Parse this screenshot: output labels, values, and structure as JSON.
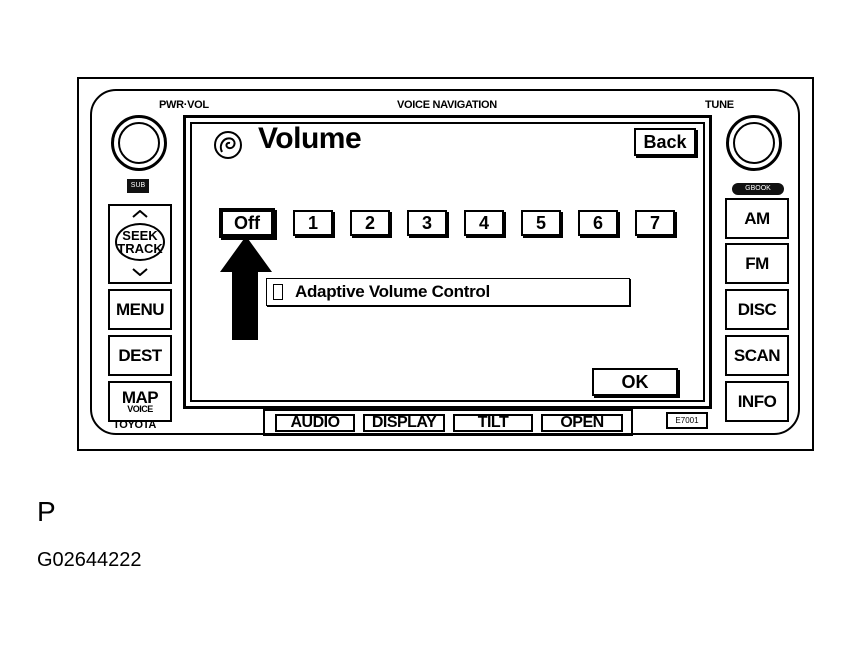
{
  "unit": {
    "knob_left_label": "PWR·VOL",
    "top_center_label": "VOICE NAVIGATION",
    "knob_right_label": "TUNE",
    "left_small_badge": "SUB",
    "right_small_badge": "GBOOK",
    "brand_label": "TOYOTA",
    "seek_label_line1": "SEEK",
    "seek_label_line2": "TRACK",
    "left_buttons": {
      "menu": "MENU",
      "dest": "DEST",
      "map_line1": "MAP",
      "map_line2": "VOICE"
    },
    "right_buttons": [
      "AM",
      "FM",
      "DISC",
      "SCAN",
      "INFO"
    ],
    "bottom_buttons": [
      "AUDIO",
      "DISPLAY",
      "TILT",
      "OPEN"
    ],
    "small_id": "E7001"
  },
  "screen": {
    "title": "Volume",
    "title_icon": "voice-spiral-icon",
    "back_label": "Back",
    "volume_levels": [
      "Off",
      "1",
      "2",
      "3",
      "4",
      "5",
      "6",
      "7"
    ],
    "selected_level": "Off",
    "adaptive_volume_label": "Adaptive Volume Control",
    "adaptive_volume_checked": false,
    "ok_label": "OK"
  },
  "annotation": {
    "arrow_icon": "up-arrow-icon"
  },
  "caption": {
    "letter": "P",
    "figure_id": "G02644222"
  }
}
